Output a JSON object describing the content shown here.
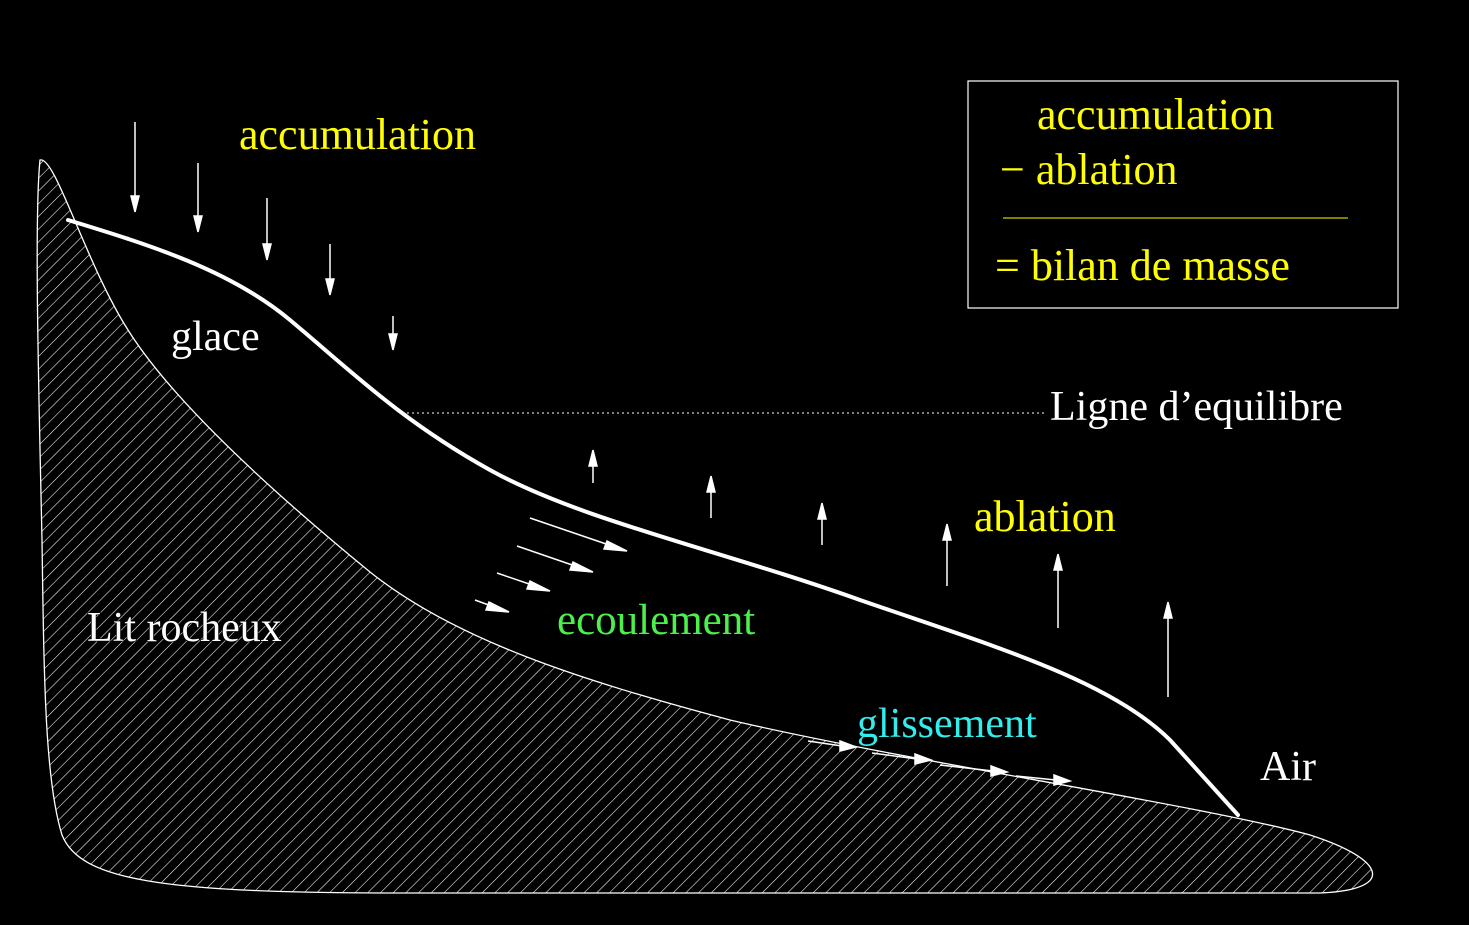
{
  "labels": {
    "accumulation": "accumulation",
    "glace": "glace",
    "ligne_equilibre": "Ligne d’equilibre",
    "ablation": "ablation",
    "lit_rocheux": "Lit rocheux",
    "ecoulement": "ecoulement",
    "glissement": "glissement",
    "air": "Air"
  },
  "legend": {
    "line1": "accumulation",
    "line2": "− ablation",
    "result": "= bilan de masse"
  },
  "colors": {
    "background": "#000000",
    "white": "#ffffff",
    "yellow": "#ffff00",
    "green": "#4cf04c",
    "cyan": "#33ecec"
  }
}
